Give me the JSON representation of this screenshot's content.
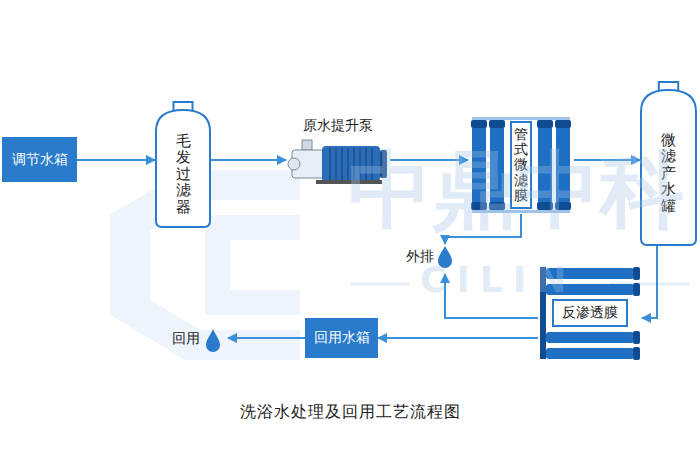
{
  "diagram": {
    "caption": "洗浴水处理及回用工艺流程图",
    "nodes": [
      {
        "text": [
          "调节水箱"
        ]
      },
      {
        "text": [
          "毛发过滤器"
        ]
      },
      {
        "text": [
          "原水提升泵"
        ]
      },
      {
        "text": [
          "管式微滤膜"
        ]
      },
      {
        "text": [
          "微滤产水罐"
        ]
      },
      {
        "text": [
          "反渗透膜"
        ]
      },
      {
        "text": [
          "回用水箱"
        ]
      }
    ],
    "edges": [
      {
        "from": 0,
        "to": 1,
        "arrow": "to"
      },
      {
        "from": 1,
        "to": 2,
        "arrow": "to"
      },
      {
        "from": 2,
        "to": 3,
        "arrow": "to"
      },
      {
        "from": 3,
        "to": 4,
        "arrow": "to"
      },
      {
        "from": 4,
        "to": 5,
        "arrow": "to"
      },
      {
        "from": 5,
        "to": 6,
        "arrow": "to"
      }
    ],
    "labels": [
      "外排",
      "回用",
      "中鼎中科",
      "CILIN"
    ]
  }
}
